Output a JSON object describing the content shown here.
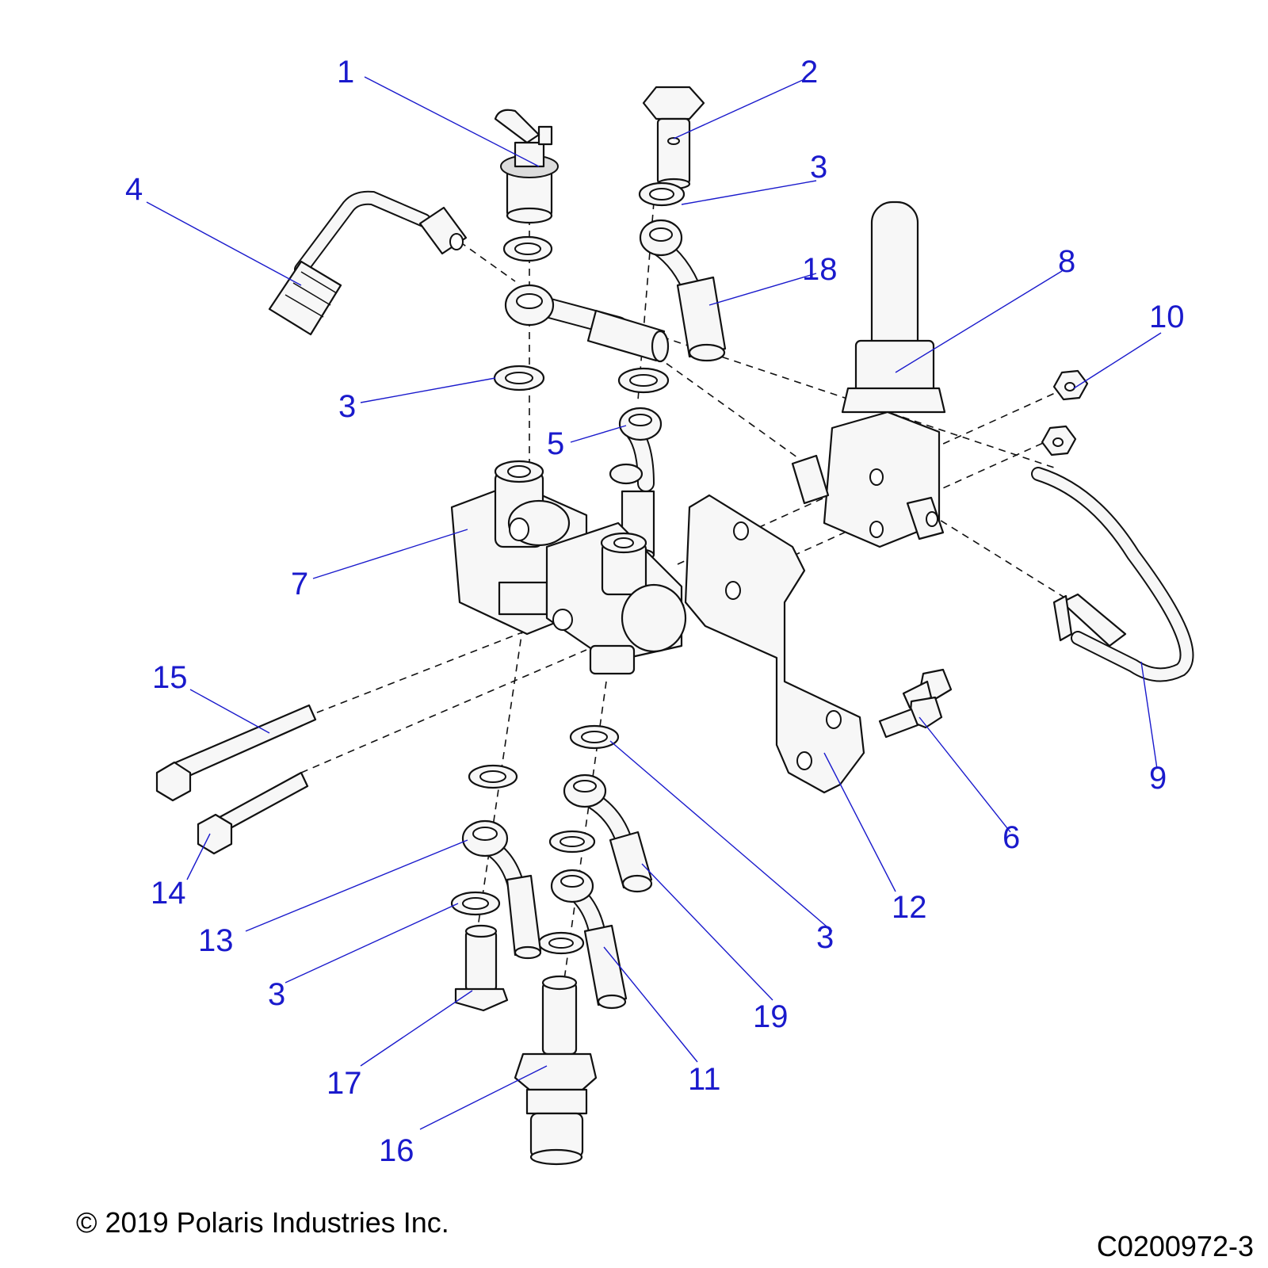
{
  "callouts": [
    {
      "id": "c1",
      "number": "1"
    },
    {
      "id": "c2",
      "number": "2"
    },
    {
      "id": "c3a",
      "number": "3"
    },
    {
      "id": "c3b",
      "number": "3"
    },
    {
      "id": "c3c",
      "number": "3"
    },
    {
      "id": "c3d",
      "number": "3"
    },
    {
      "id": "c4",
      "number": "4"
    },
    {
      "id": "c5",
      "number": "5"
    },
    {
      "id": "c6",
      "number": "6"
    },
    {
      "id": "c7",
      "number": "7"
    },
    {
      "id": "c8",
      "number": "8"
    },
    {
      "id": "c9",
      "number": "9"
    },
    {
      "id": "c10",
      "number": "10"
    },
    {
      "id": "c11",
      "number": "11"
    },
    {
      "id": "c12",
      "number": "12"
    },
    {
      "id": "c13",
      "number": "13"
    },
    {
      "id": "c14",
      "number": "14"
    },
    {
      "id": "c15",
      "number": "15"
    },
    {
      "id": "c16",
      "number": "16"
    },
    {
      "id": "c17",
      "number": "17"
    },
    {
      "id": "c18",
      "number": "18"
    },
    {
      "id": "c19",
      "number": "19"
    }
  ],
  "footer": {
    "copyright": "© 2019 Polaris Industries Inc.",
    "drawing_code": "C0200972-3"
  },
  "colors": {
    "callout": "#1a1acc",
    "line": "#111111",
    "part_fill": "#f7f7f7"
  }
}
